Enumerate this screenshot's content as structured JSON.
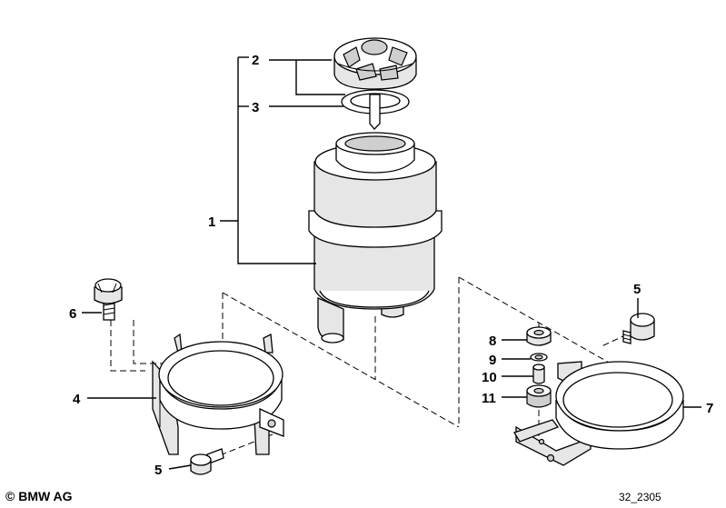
{
  "callouts": {
    "c1": "1",
    "c2": "2",
    "c3": "3",
    "c4": "4",
    "c5_right": "5",
    "c5_bottom": "5",
    "c6": "6",
    "c7": "7",
    "c8": "8",
    "c9": "9",
    "c10": "10",
    "c11": "11"
  },
  "footer": {
    "copyright": "© BMW AG",
    "drawing_number": "32_2305"
  }
}
